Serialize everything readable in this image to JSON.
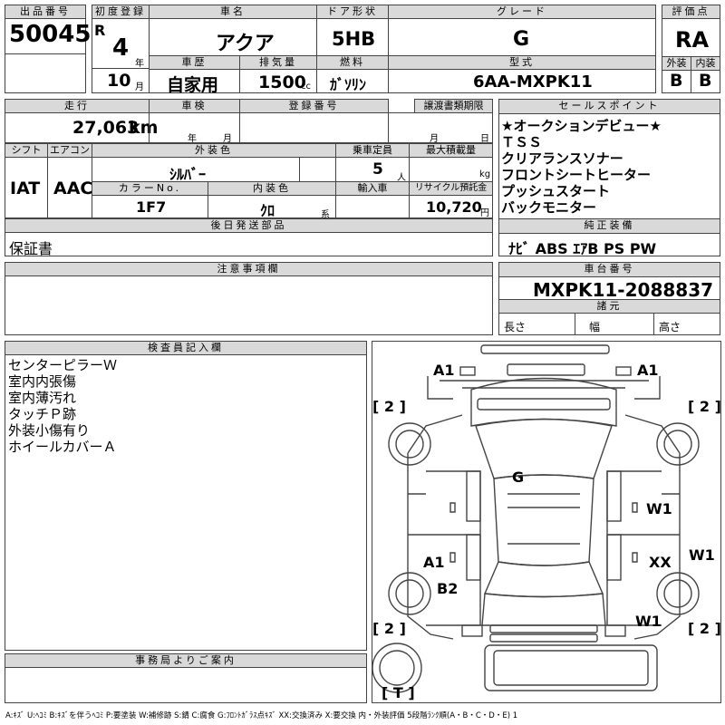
{
  "header": {
    "lot_no_label": "出品番号",
    "lot_no": "50045",
    "first_reg_label": "初度登録",
    "era": "R",
    "year": "4",
    "year_unit": "年",
    "month": "10",
    "month_unit": "月",
    "car_name_label": "車名",
    "car_name": "アクア",
    "door_label": "ドア形状",
    "door": "5HB",
    "grade_label": "グレード",
    "grade": "G",
    "score_label": "評価点",
    "score": "RA",
    "history_label": "車歴",
    "history": "自家用",
    "displacement_label": "排気量",
    "displacement": "1500",
    "displacement_unit": "cc",
    "fuel_label": "燃料",
    "fuel": "ｶﾞｿﾘﾝ",
    "model_label": "型式",
    "model": "6AA-MXPK11",
    "exterior_label": "外装",
    "exterior": "B",
    "interior_label": "内装",
    "interior": "B"
  },
  "row2": {
    "mileage_label": "走行",
    "mileage": "27,063",
    "mileage_unit": "km",
    "inspection_label": "車検",
    "year_unit": "年",
    "month_unit": "月",
    "reg_no_label": "登録番号",
    "transfer_label": "譲渡書類期限",
    "t_month": "月",
    "t_day": "日",
    "shift_label": "シフト",
    "shift": "IAT",
    "ac_label": "エアコン",
    "ac": "AAC",
    "ext_color_label": "外装色",
    "ext_color": "ｼﾙﾊﾞｰ",
    "capacity_label": "乗車定員",
    "capacity": "5",
    "capacity_unit": "人",
    "load_label": "最大積載量",
    "load_unit": "kg",
    "color_no_label": "カラーNo.",
    "color_no": "1F7",
    "int_color_label": "内装色",
    "int_color": "ｸﾛ",
    "int_color_unit": "系",
    "import_label": "輸入車",
    "recycle_label": "リサイクル預託金",
    "recycle": "10,720",
    "recycle_unit": "円",
    "later_label": "後日発送部品",
    "later": "保証書"
  },
  "sales_points": {
    "label": "セールスポイント",
    "items": [
      "★オークションデビュー★",
      "ＴＳＳ",
      "クリアランスソナー",
      "フロントシートヒーター",
      "プッシュスタート",
      "バックモニター"
    ]
  },
  "genuine": {
    "label": "純正装備",
    "value": "ﾅﾋﾞ ABS ｴｱB PS PW"
  },
  "notes": {
    "label": "注意事項欄"
  },
  "chassis": {
    "label": "車台番号",
    "value": "MXPK11-2088837"
  },
  "specs": {
    "label": "諸元",
    "length": "長さ",
    "width": "幅",
    "height": "高さ"
  },
  "inspector": {
    "label": "検査員記入欄",
    "items": [
      "センターピラーＷ",
      "室内内張傷",
      "室内薄汚れ",
      "タッチＰ跡",
      "外装小傷有り",
      "ホイールカバーＡ"
    ]
  },
  "office": {
    "label": "事務局よりご案内"
  },
  "diagram": {
    "marks": {
      "a1_left": "A1",
      "a1_right": "A1",
      "g": "G",
      "w1_right": "W1",
      "w1_far_right": "W1",
      "a1_lower": "A1",
      "xx": "XX",
      "b2": "B2",
      "w1_bottom": "W1",
      "tire_fl": "[ 2 ]",
      "tire_fr": "[ 2 ]",
      "tire_rl": "[ 2 ]",
      "tire_rr": "[ 2 ]",
      "spare": "[ T ]"
    }
  },
  "legend": "A:ｷｽﾞ U:ﾍｺﾐ B:ｷｽﾞを伴うﾍｺﾐ P:要塗装 W:補修跡 S:錆 C:腐食 G:ﾌﾛﾝﾄｶﾞﾗｽ点ｷｽﾞ XX:交換済み X:要交換 内・外装評価 5段階ﾗﾝｸ順(A・B・C・D・E) 1"
}
